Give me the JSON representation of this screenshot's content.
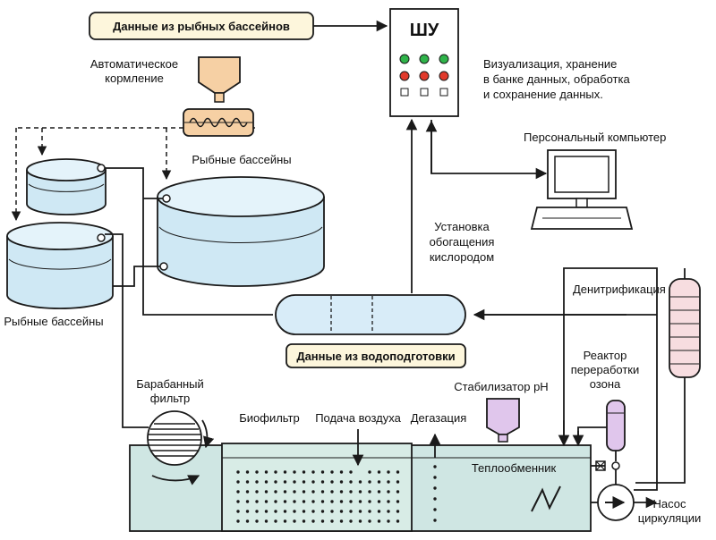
{
  "labels": {
    "fish_data": "Данные из рыбных бассейнов",
    "auto_feed_1": "Автоматическое",
    "auto_feed_2": "кормление",
    "control_cabinet": "ШУ",
    "viz_1": "Визуализация, хранение",
    "viz_2": "в банке данных, обработка",
    "viz_3": "и сохранение данных.",
    "pc": "Персональный компьютер",
    "fish_pools_right": "Рыбные бассейны",
    "fish_pools_left": "Рыбные бассейны",
    "oxygen_1": "Установка",
    "oxygen_2": "обогащения",
    "oxygen_3": "кислородом",
    "water_data": "Данные из водоподготовки",
    "denitrification": "Денитрификация",
    "drum_filter_1": "Барабанный",
    "drum_filter_2": "фильтр",
    "ph_stabilizer": "Стабилизатор pH",
    "ozone_1": "Реактор",
    "ozone_2": "переработки",
    "ozone_3": "озона",
    "biofilter": "Биофильтр",
    "air_supply": "Подача воздуха",
    "degassing": "Дегазация",
    "heat_exchanger": "Теплообменник",
    "pump_1": "Насос",
    "pump_2": "циркуляции"
  },
  "colors": {
    "line": "#1a1a1a",
    "water_fill": "#dbeef5",
    "pool_fill": "#cfe8f4",
    "tank_fill": "#cfe6e3",
    "label_box_fill": "#fdf6dc",
    "feeder_fill": "#f6d0a4",
    "ph_fill": "#e0c6ec",
    "column_fill": "#f7dde0",
    "led_green": "#2fb34a",
    "led_red": "#e0392b"
  }
}
